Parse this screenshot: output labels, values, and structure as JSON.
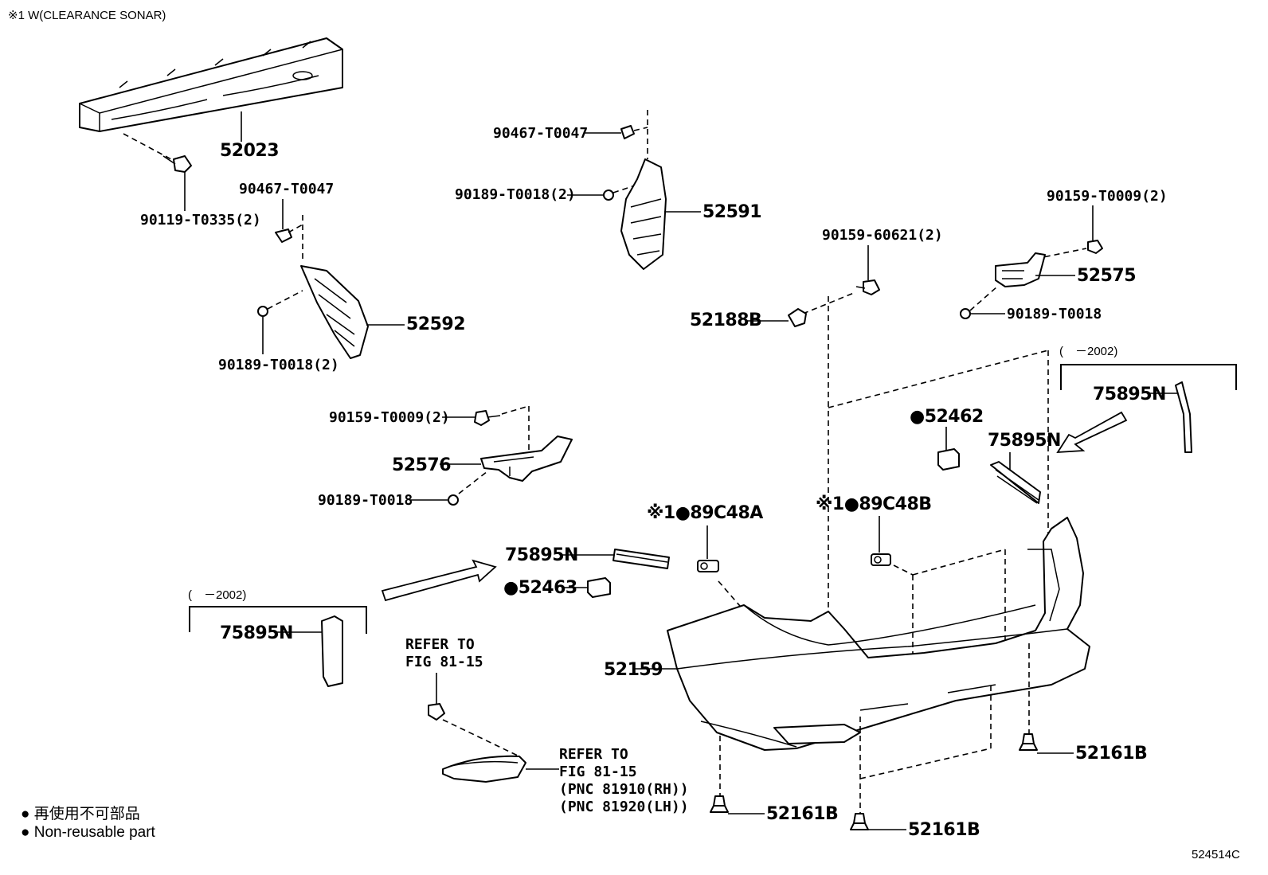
{
  "header": {
    "note": "※1 W(CLEARANCE SONAR)"
  },
  "figure_code": "524514C",
  "legend": {
    "jp": "● 再使用不可部品",
    "en": "● Non-reusable part"
  },
  "parts": {
    "p52023": "52023",
    "p90119": "90119-T0335(2)",
    "p90467_left": "90467-T0047",
    "p52592": "52592",
    "p90189_left": "90189-T0018(2)",
    "p90467_mid": "90467-T0047",
    "p90189_mid": "90189-T0018(2)",
    "p52591": "52591",
    "p90159_60621": "90159-60621(2)",
    "p52188b": "52188B",
    "p90159_right": "90159-T0009(2)",
    "p52575": "52575",
    "p90189_right": "90189-T0018",
    "p90159_mid": "90159-T0009(2)",
    "p52576": "52576",
    "p90189_mid2": "90189-T0018",
    "p52462": "●52462",
    "p75895n_a": "75895N",
    "p75895n_b": "75895N",
    "p89c48a": "※1●89C48A",
    "p89c48b": "※1●89C48B",
    "p75895n_c": "75895N",
    "p52463": "●52463",
    "p75895n_d": "75895N",
    "p52159": "52159",
    "p52161b_a": "52161B",
    "p52161b_b": "52161B",
    "p52161b_c": "52161B"
  },
  "ranges": {
    "right": "(　－2002)",
    "left": "(　－2002)"
  },
  "refers": {
    "refer1_line1": "REFER TO",
    "refer1_line2": "FIG 81-15",
    "refer2_line1": "REFER TO",
    "refer2_line2": "FIG 81-15",
    "refer2_line3": "(PNC 81910(RH))",
    "refer2_line4": "(PNC 81920(LH))"
  }
}
